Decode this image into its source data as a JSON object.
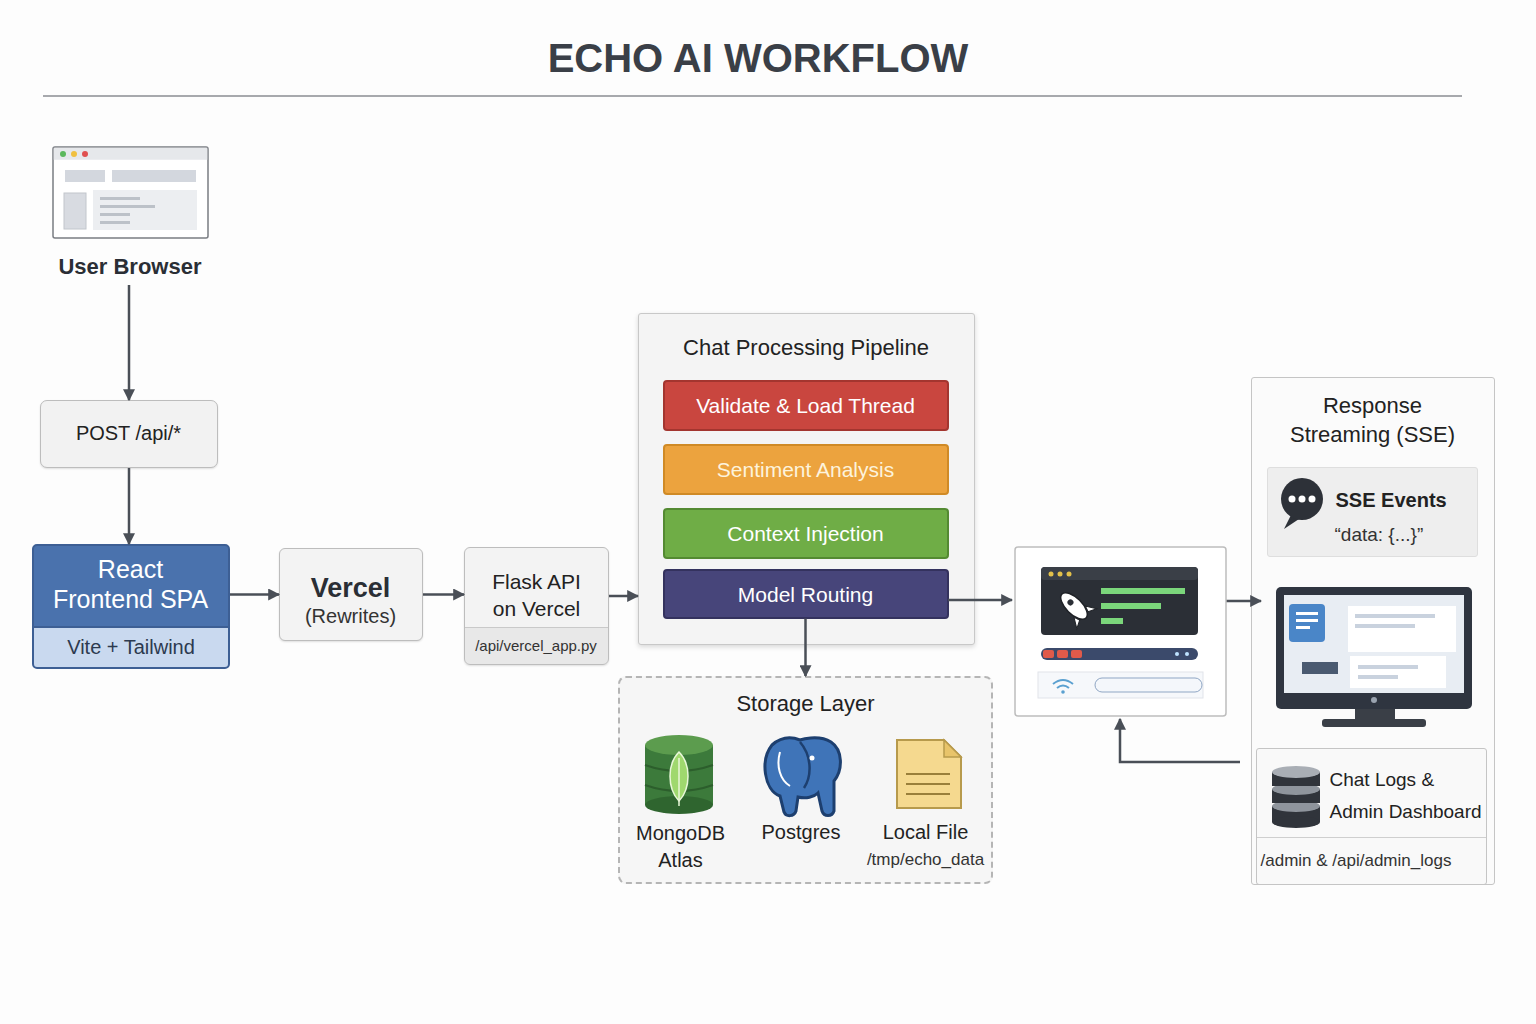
{
  "diagram": {
    "title": "ECHO AI WORKFLOW",
    "nodes": [
      {
        "text": [
          "User Browser"
        ]
      },
      {
        "text": [
          "POST /api/*"
        ]
      },
      {
        "text": [
          "React Frontend SPA",
          "Vite + Tailwind"
        ]
      },
      {
        "text": [
          "Vercel",
          "(Rewrites)"
        ]
      },
      {
        "text": [
          "Flask API on Vercel",
          "/api/vercel_app.py"
        ]
      },
      {
        "text": [
          "Chat Processing Pipeline"
        ]
      },
      {
        "text": [
          "Validate & Load Thread"
        ],
        "in": 5
      },
      {
        "text": [
          "Sentiment Analysis"
        ],
        "in": 5
      },
      {
        "text": [
          "Context Injection"
        ],
        "in": 5
      },
      {
        "text": [
          "Model Routing"
        ],
        "in": 5
      },
      {
        "text": [
          "Storage Layer"
        ]
      },
      {
        "text": [
          "MongoDB Atlas"
        ],
        "in": 10
      },
      {
        "text": [
          "Postgres"
        ],
        "in": 10
      },
      {
        "text": [
          "Local File",
          "/tmp/echo_data"
        ],
        "in": 10
      },
      {
        "text": [
          "Response Streaming (SSE)"
        ]
      },
      {
        "text": [
          "SSE Events",
          "“data: {...}”"
        ],
        "in": 14
      },
      {
        "text": [
          "Chat Logs & Admin Dashboard",
          "/admin & /api/admin_logs"
        ],
        "in": 14
      }
    ],
    "edges": [
      {
        "from": 0,
        "to": 1,
        "arrow": "to"
      },
      {
        "from": 1,
        "to": 2,
        "arrow": "to"
      },
      {
        "from": 2,
        "to": 3,
        "arrow": "to"
      },
      {
        "from": 3,
        "to": 4,
        "arrow": "to"
      },
      {
        "from": 4,
        "to": 5,
        "arrow": "to"
      },
      {
        "from": 9,
        "to": 10,
        "arrow": "to"
      }
    ]
  }
}
